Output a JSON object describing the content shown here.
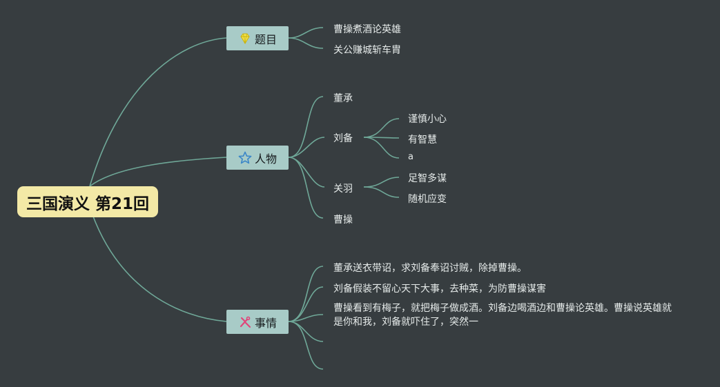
{
  "root": {
    "label": "三国演义 第21回"
  },
  "branches": [
    {
      "label": "题目",
      "icon": "diamond-icon",
      "children": [
        "曹操煮酒论英雄",
        "关公赚城斩车胄"
      ]
    },
    {
      "label": "人物",
      "icon": "star-icon",
      "children": [
        {
          "label": "董承"
        },
        {
          "label": "刘备",
          "children": [
            "谨慎小心",
            "有智慧",
            "a"
          ]
        },
        {
          "label": "关羽",
          "children": [
            "足智多谋",
            "随机应变"
          ]
        },
        {
          "label": "曹操"
        }
      ]
    },
    {
      "label": "事情",
      "icon": "tools-icon",
      "children": [
        "董承送衣带诏，求刘备奉诏讨贼，除掉曹操。",
        "刘备假装不留心天下大事，去种菜，为防曹操谋害",
        "曹操看到有梅子，就把梅子做成酒。刘备边喝酒边和曹操论英雄。曹操说英雄就是你和我，刘备就吓住了，突然一",
        "",
        ""
      ]
    }
  ],
  "colors": {
    "background": "#373d40",
    "root_fill": "#f3e9a6",
    "branch_fill": "#a8cbc7",
    "connector": "#6fa898",
    "leaf_text": "#e6ebea"
  }
}
